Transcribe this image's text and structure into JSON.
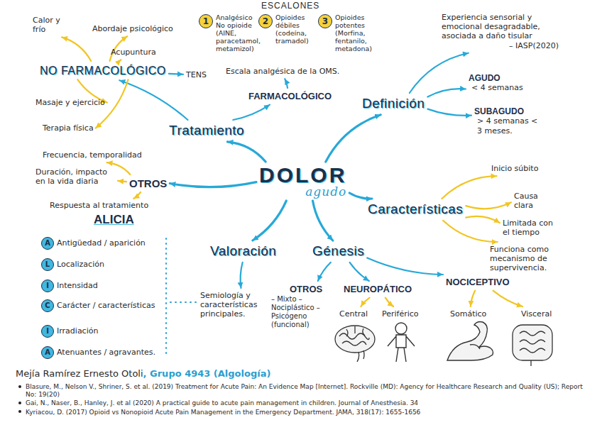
{
  "diagram": {
    "nodes": [
      {
        "text": [
          "DOLOR",
          "agudo"
        ]
      },
      {
        "text": [
          "Definición"
        ]
      },
      {
        "text": [
          "Experiencia sensorial y emocional desagradable, asociada a daño tisular",
          "– IASP(2020)"
        ]
      },
      {
        "text": [
          "AGUDO",
          "< 4 semanas"
        ]
      },
      {
        "text": [
          "SUBAGUDO",
          "> 4 semanas < 3 meses."
        ]
      },
      {
        "text": [
          "Características"
        ]
      },
      {
        "text": [
          "Inicio súbito"
        ]
      },
      {
        "text": [
          "Causa clara"
        ]
      },
      {
        "text": [
          "Limitada con el tiempo"
        ]
      },
      {
        "text": [
          "Funciona como mecanismo de supervivencia."
        ]
      },
      {
        "text": [
          "Génesis"
        ]
      },
      {
        "text": [
          "OTROS",
          "– Mixto – Nociplástico – Psicógeno (funcional)"
        ]
      },
      {
        "text": [
          "NEUROPÁTICO"
        ]
      },
      {
        "text": [
          "Central"
        ]
      },
      {
        "text": [
          "Periférico"
        ]
      },
      {
        "text": [
          "NOCICEPTIVO"
        ]
      },
      {
        "text": [
          "Somático"
        ]
      },
      {
        "text": [
          "Visceral"
        ]
      },
      {
        "text": [
          "Valoración"
        ]
      },
      {
        "text": [
          "Semiología y características principales."
        ]
      },
      {
        "text": [
          "ALICIA"
        ]
      },
      {
        "text": [
          "A",
          "Antigüedad / aparición"
        ]
      },
      {
        "text": [
          "L",
          "Localización"
        ]
      },
      {
        "text": [
          "I",
          "Intensidad"
        ]
      },
      {
        "text": [
          "C",
          "Carácter / características"
        ]
      },
      {
        "text": [
          "I",
          "Irradiación"
        ]
      },
      {
        "text": [
          "A",
          "Atenuantes / agravantes."
        ]
      },
      {
        "text": [
          "OTROS"
        ]
      },
      {
        "text": [
          "Frecuencia, temporalidad"
        ]
      },
      {
        "text": [
          "Duración, impacto en la vida diaria"
        ]
      },
      {
        "text": [
          "Respuesta al tratamiento"
        ]
      },
      {
        "text": [
          "Tratamiento"
        ]
      },
      {
        "text": [
          "FARMACOLÓGICO"
        ]
      },
      {
        "text": [
          "Escala analgésica de la OMS."
        ]
      },
      {
        "text": [
          "1",
          "Analgésico No opioide (AINE, paracetamol, metamizol)"
        ]
      },
      {
        "text": [
          "2",
          "Opioides débiles (codeína, tramadol)"
        ]
      },
      {
        "text": [
          "3",
          "Opioides potentes (Morfina, fentanilo, metadona)"
        ]
      },
      {
        "text": [
          "NO FARMACOLÓGICO"
        ]
      },
      {
        "text": [
          "Calor y frío"
        ]
      },
      {
        "text": [
          "Abordaje psicológico"
        ]
      },
      {
        "text": [
          "Acupuntura"
        ]
      },
      {
        "text": [
          "TENS"
        ]
      },
      {
        "text": [
          "Masaje y ejercicio"
        ]
      },
      {
        "text": [
          "Terapia física"
        ]
      }
    ],
    "edges": [
      {
        "from": 0,
        "to": 1,
        "arrow": "to"
      },
      {
        "from": 0,
        "to": 5,
        "arrow": "to"
      },
      {
        "from": 0,
        "to": 10,
        "arrow": "to"
      },
      {
        "from": 0,
        "to": 18,
        "arrow": "to"
      },
      {
        "from": 0,
        "to": 31,
        "arrow": "to"
      },
      {
        "from": 0,
        "to": 27,
        "arrow": "to"
      },
      {
        "from": 1,
        "to": 2,
        "arrow": "to"
      },
      {
        "from": 1,
        "to": 3,
        "arrow": "to"
      },
      {
        "from": 1,
        "to": 4,
        "arrow": "to"
      },
      {
        "from": 5,
        "to": 6,
        "arrow": "to"
      },
      {
        "from": 5,
        "to": 7,
        "arrow": "to"
      },
      {
        "from": 5,
        "to": 8,
        "arrow": "to"
      },
      {
        "from": 5,
        "to": 9,
        "arrow": "to"
      },
      {
        "from": 10,
        "to": 11,
        "arrow": "to"
      },
      {
        "from": 10,
        "to": 12,
        "arrow": "to"
      },
      {
        "from": 10,
        "to": 15,
        "arrow": "to"
      },
      {
        "from": 12,
        "to": 13,
        "arrow": "to"
      },
      {
        "from": 12,
        "to": 14,
        "arrow": "to"
      },
      {
        "from": 15,
        "to": 16,
        "arrow": "to"
      },
      {
        "from": 15,
        "to": 17,
        "arrow": "to"
      },
      {
        "from": 18,
        "to": 19,
        "arrow": "to"
      },
      {
        "from": 31,
        "to": 32,
        "arrow": "to"
      },
      {
        "from": 31,
        "to": 37,
        "arrow": "to"
      },
      {
        "from": 32,
        "to": 33,
        "arrow": "to"
      },
      {
        "from": 37,
        "to": 38,
        "arrow": "to"
      },
      {
        "from": 37,
        "to": 39,
        "arrow": "to"
      },
      {
        "from": 37,
        "to": 40,
        "arrow": "to"
      },
      {
        "from": 37,
        "to": 41,
        "arrow": "to"
      },
      {
        "from": 37,
        "to": 42,
        "arrow": "to"
      },
      {
        "from": 37,
        "to": 43,
        "arrow": "to"
      },
      {
        "from": 27,
        "to": 28,
        "arrow": "to"
      },
      {
        "from": 27,
        "to": 29,
        "arrow": "to"
      },
      {
        "from": 27,
        "to": 30,
        "arrow": "to"
      }
    ],
    "labels": [
      "ESCALONES",
      "Mejía Ramírez Ernesto Otoli",
      ", Grupo 4943 (Algología)",
      "Blasure, M., Nelson V., Shriner, S. et al. (2019) Treatment for Acute Pain: An Evidence Map [Internet]. Rockville (MD): Agency for Healthcare Research and Quality (US); Report No: 19(20)",
      "Gai, N., Naser, B., Hanley, J. et al (2020) A practical guide to acute pain management in children. Journal of Anesthesia. 34",
      "Kyriacou, D. (2017) Opioid vs Nonopioid Acute Pain Management in the Emergency Department. JAMA, 318(17): 1655-1656"
    ]
  }
}
